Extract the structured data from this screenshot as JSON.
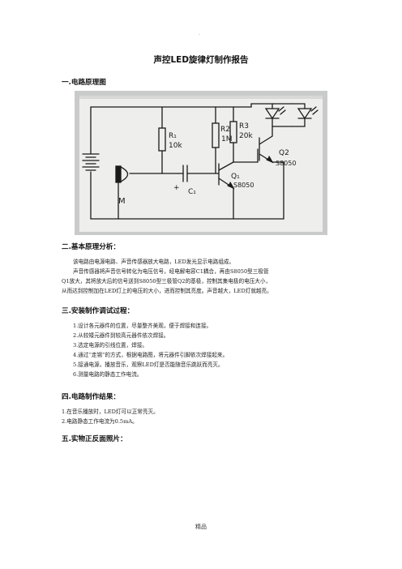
{
  "page": {
    "top_mark": ".",
    "title": "声控LED旋律灯制作报告",
    "footer": "精品"
  },
  "sections": {
    "s1": {
      "heading": "一.电路原理图"
    },
    "s2": {
      "heading": "二.基本原理分析：",
      "lines": [
        "该电路由电源电路、声音传感器放大电路，LED发光显示电路组成。",
        "声音传感器将声音信号转化为电压信号，经电解电容C1耦合，再由S8050型三极管",
        "Q1放大，其将放大后的信号送到S8050型三极管Q2的基极，控制其集电极的电压大小，",
        "从而达到控制加在LED灯上的电压的大小，进而控制其亮度。声音越大，LED灯就越亮。"
      ]
    },
    "s3": {
      "heading": "三.安装制作调试过程：",
      "lines": [
        "1.设计各元器件的位置，尽量整齐美观，便于焊接和连接。",
        "2.从较矮元器件到较高元器件依次焊接。",
        "3.选定电源的引线位置，焊接。",
        "4.通过“走锡”的方式，根据电路图，将元器件引脚依次焊接起来。",
        "5.接通电源，播放音乐，观察LED灯是否能随音乐跳跃而亮灭。",
        "6.测量电路的静态工作电流。"
      ]
    },
    "s4": {
      "heading": "四.电路制作结果：",
      "lines": [
        "1.在音乐播放时，LED灯可以正常亮灭。",
        "2.电路静态工作电流为0.5mA。"
      ]
    },
    "s5": {
      "heading": "五.实物正反面照片："
    }
  },
  "schematic": {
    "labels": {
      "r1": "R₁",
      "r1_val": "10k",
      "r2": "R2",
      "r2_val": "1M",
      "r3": "R3",
      "r3_val": "20k",
      "q1": "Q₁",
      "q1_val": "S8050",
      "q2": "Q2",
      "q2_val": "S8050",
      "c1": "C₁",
      "plus": "+",
      "mic": "M"
    }
  }
}
